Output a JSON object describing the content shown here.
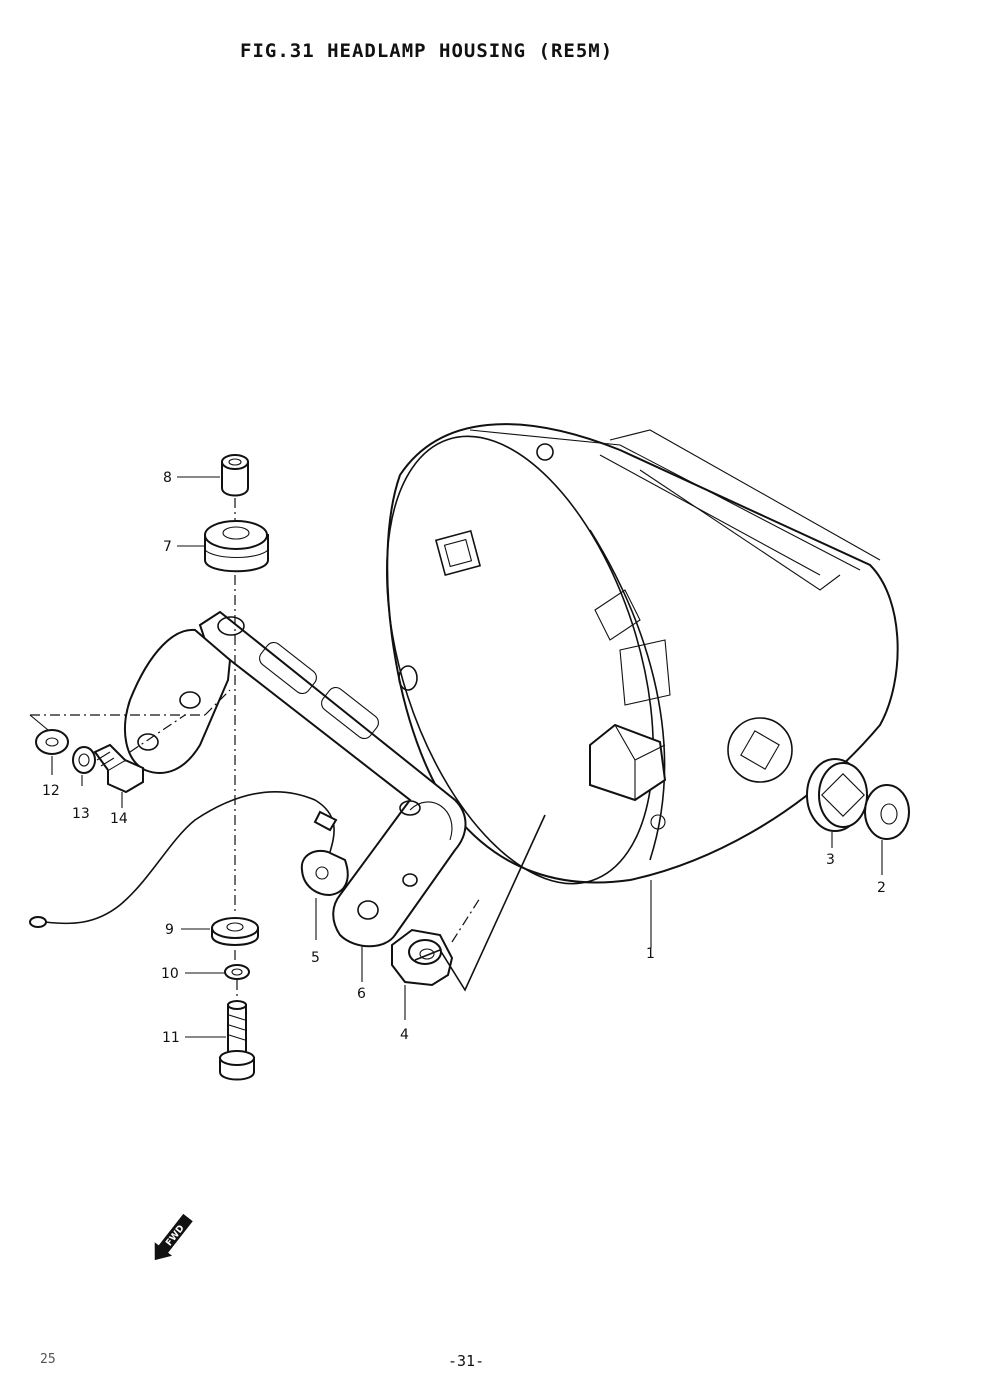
{
  "title": "FIG.31  HEADLAMP HOUSING (RE5M)",
  "page_number": "-31-",
  "corner_mark": "25",
  "fwd_label": "FWD",
  "callouts": [
    {
      "id": "1",
      "text": "1"
    },
    {
      "id": "2",
      "text": "2"
    },
    {
      "id": "3",
      "text": "3"
    },
    {
      "id": "4",
      "text": "4"
    },
    {
      "id": "5",
      "text": "5"
    },
    {
      "id": "6",
      "text": "6"
    },
    {
      "id": "7",
      "text": "7"
    },
    {
      "id": "8",
      "text": "8"
    },
    {
      "id": "9",
      "text": "9"
    },
    {
      "id": "10",
      "text": "10"
    },
    {
      "id": "11",
      "text": "11"
    },
    {
      "id": "12",
      "text": "12"
    },
    {
      "id": "13",
      "text": "13"
    },
    {
      "id": "14",
      "text": "14"
    }
  ]
}
